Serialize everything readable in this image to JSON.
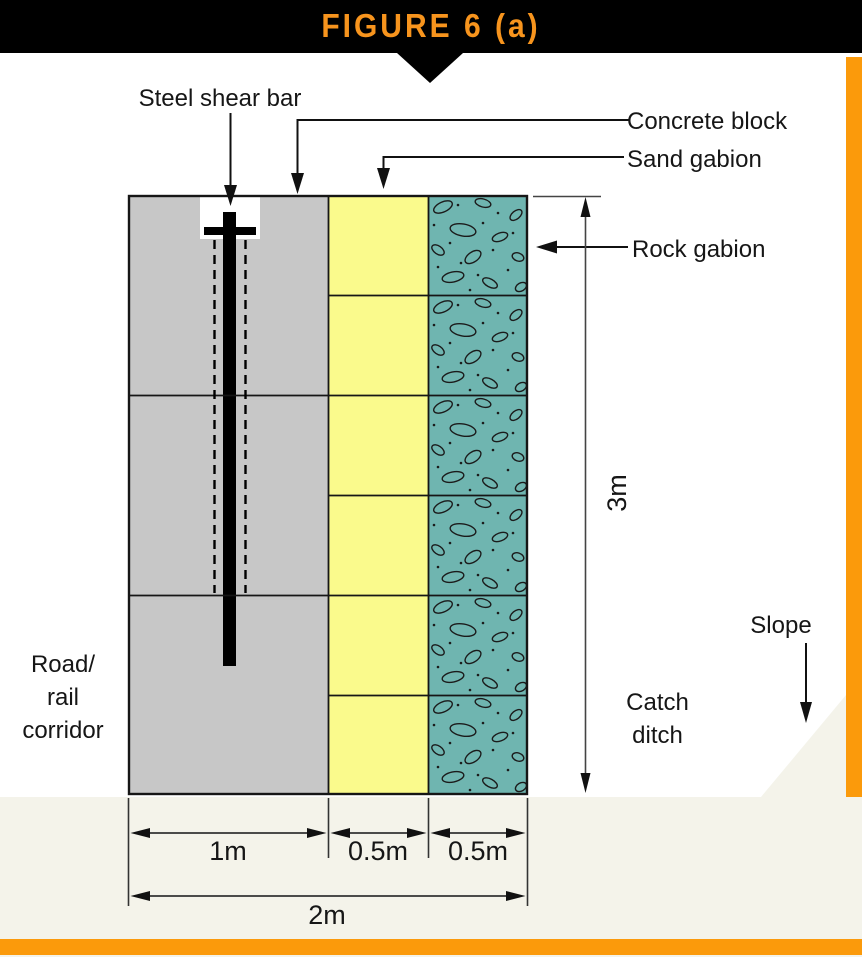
{
  "header": {
    "title": "FIGURE 6 (a)"
  },
  "labels": {
    "steel_shear_bar": "Steel shear bar",
    "concrete_block": "Concrete block",
    "sand_gabion": "Sand gabion",
    "rock_gabion": "Rock gabion",
    "road_rail_corridor": "Road/\nrail\ncorridor",
    "catch_ditch": "Catch\nditch",
    "slope": "Slope"
  },
  "dimensions": {
    "concrete_width": "1m",
    "sand_width": "0.5m",
    "rock_width": "0.5m",
    "total_width": "2m",
    "total_height": "3m"
  },
  "colors": {
    "accent_orange": "#FB9A0B",
    "title_orange": "#F7941D",
    "concrete_gray": "#C7C7C7",
    "sand_yellow": "#FAFA8C",
    "rock_teal": "#6FB5B0",
    "ground": "#F4F3EA",
    "line": "#161616"
  }
}
